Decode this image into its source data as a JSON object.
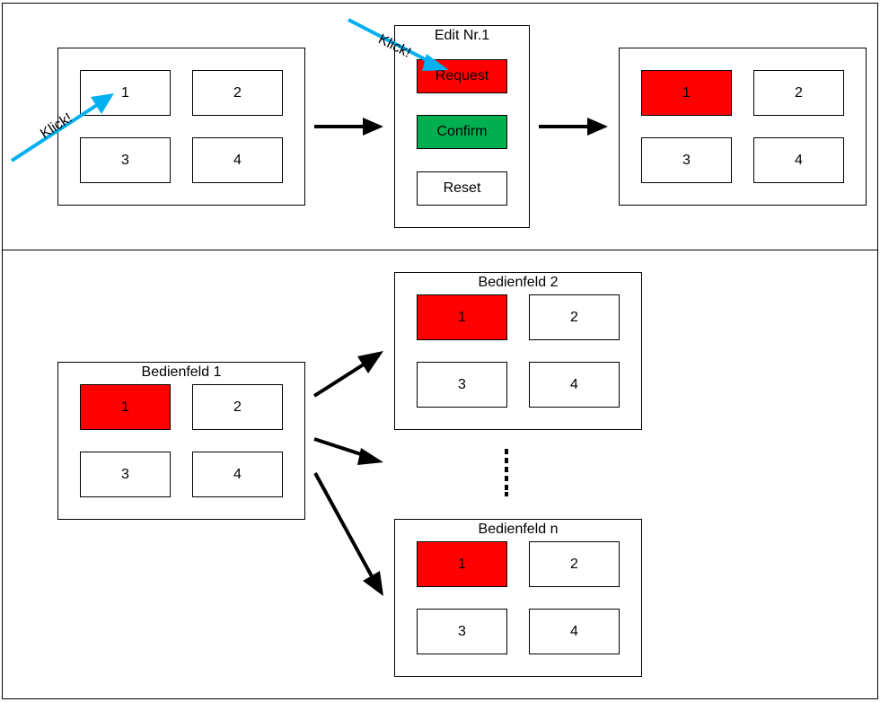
{
  "colors": {
    "active": "#ff0000",
    "confirm": "#00b050",
    "pointer": "#00b0f0",
    "line": "#000000"
  },
  "top": {
    "initial_panel": {
      "buttons": [
        "1",
        "2",
        "3",
        "4"
      ]
    },
    "edit_dialog": {
      "title": "Edit Nr.1",
      "request": "Request",
      "confirm": "Confirm",
      "reset": "Reset"
    },
    "result_panel": {
      "buttons": [
        "1",
        "2",
        "3",
        "4"
      ],
      "active": "1"
    },
    "click_label_1": "Klick!",
    "click_label_2": "Klick!"
  },
  "bottom": {
    "panel_1": {
      "title": "Bedienfeld 1",
      "buttons": [
        "1",
        "2",
        "3",
        "4"
      ],
      "active": "1"
    },
    "panel_2": {
      "title": "Bedienfeld 2",
      "buttons": [
        "1",
        "2",
        "3",
        "4"
      ],
      "active": "1"
    },
    "panel_n": {
      "title": "Bedienfeld n",
      "buttons": [
        "1",
        "2",
        "3",
        "4"
      ],
      "active": "1"
    }
  }
}
